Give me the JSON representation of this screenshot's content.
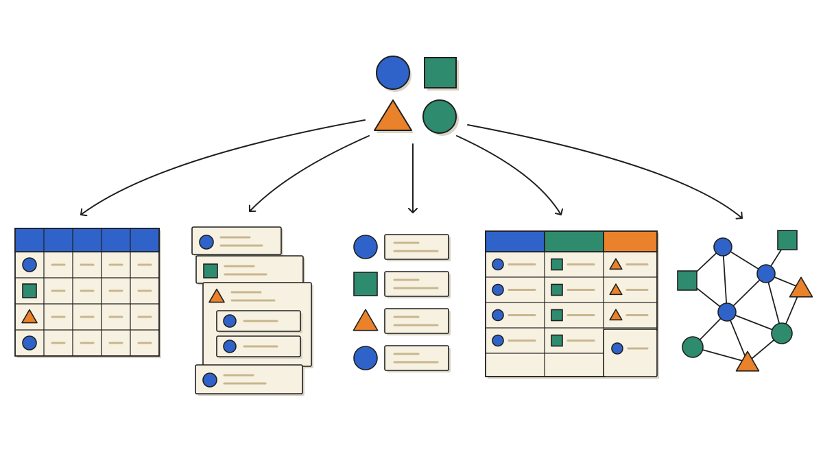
{
  "colors": {
    "blue": "#2f63c9",
    "green": "#2e8b6e",
    "orange": "#e9822a",
    "cream": "#f7f1e1",
    "line": "#c9b68f",
    "ink": "#1f1f1f",
    "shadow": "#d8d2c4"
  },
  "source": {
    "shapes": [
      "circle",
      "square",
      "triangle",
      "circle"
    ]
  },
  "models": [
    {
      "id": "table",
      "header_columns": 5,
      "rows": [
        "circle",
        "square",
        "triangle",
        "circle"
      ]
    },
    {
      "id": "nested-documents",
      "cards": [
        {
          "shape": "circle",
          "level": 0
        },
        {
          "shape": "square",
          "level": 0
        },
        {
          "shape": "triangle",
          "level": 0,
          "children": [
            "circle",
            "circle"
          ]
        },
        {
          "shape": "circle",
          "level": 0
        }
      ]
    },
    {
      "id": "key-value",
      "pairs": [
        "circle",
        "square",
        "triangle",
        "circle"
      ]
    },
    {
      "id": "column-family",
      "columns": [
        {
          "color": "blue",
          "shape": "circle",
          "rows": 4
        },
        {
          "color": "green",
          "shape": "square",
          "rows": 4
        },
        {
          "color": "orange",
          "shape": "triangle",
          "rows": 3
        }
      ]
    },
    {
      "id": "graph",
      "nodes": [
        "circle",
        "circle",
        "square",
        "square",
        "triangle",
        "circle",
        "circle",
        "circle",
        "triangle"
      ]
    }
  ]
}
